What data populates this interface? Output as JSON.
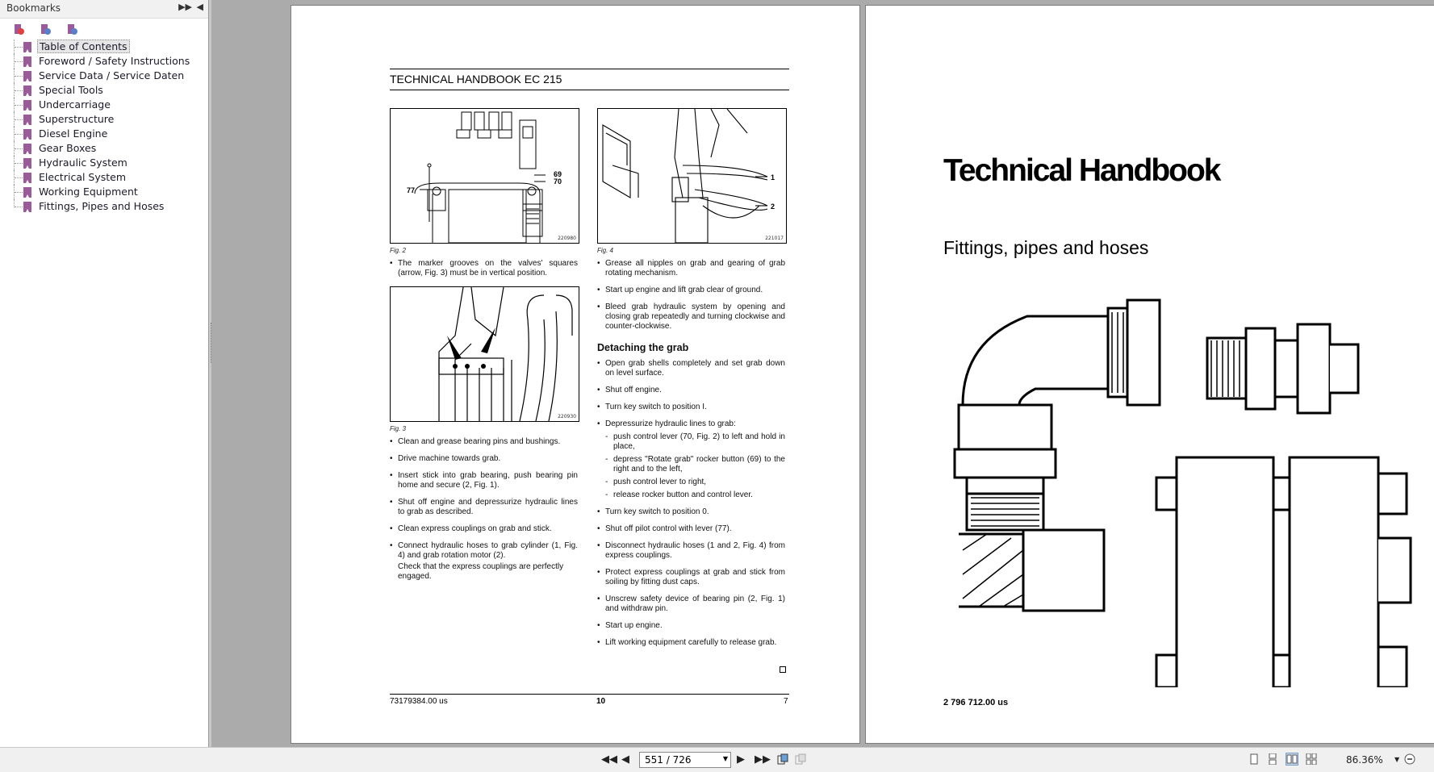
{
  "sidebar": {
    "title": "Bookmarks",
    "expand_icon": "double-chevron-right-icon",
    "collapse_icon": "chevron-left-icon",
    "items": [
      {
        "label": "Table of Contents",
        "selected": true
      },
      {
        "label": "Foreword / Safety Instructions"
      },
      {
        "label": "Service Data / Service Daten"
      },
      {
        "label": "Special Tools"
      },
      {
        "label": "Undercarriage"
      },
      {
        "label": "Superstructure"
      },
      {
        "label": "Diesel Engine"
      },
      {
        "label": "Gear Boxes"
      },
      {
        "label": "Hydraulic System"
      },
      {
        "label": "Electrical System"
      },
      {
        "label": "Working Equipment"
      },
      {
        "label": "Fittings, Pipes and Hoses"
      }
    ]
  },
  "left_page": {
    "header": "TECHNICAL HANDBOOK EC 215",
    "figures": {
      "fig2": {
        "caption": "Fig. 2",
        "code": "220980",
        "labels": [
          "69",
          "70",
          "77"
        ]
      },
      "fig3": {
        "caption": "Fig. 3",
        "code": "220930"
      },
      "fig4": {
        "caption": "Fig. 4",
        "code": "221017",
        "labels": [
          "1",
          "2"
        ]
      }
    },
    "col_left": {
      "intro": "The marker grooves on the valves' squares (arrow, Fig. 3) must be in vertical position.",
      "bullets": [
        "Clean and grease bearing pins and bushings.",
        "Drive machine towards grab.",
        "Insert stick into grab bearing, push bearing pin home and secure (2, Fig. 1).",
        "Shut off engine and depressurize hydraulic lines to grab as described.",
        "Clean express couplings on grab and stick.",
        "Connect hydraulic hoses to grab cylinder (1, Fig. 4) and grab rotation motor (2)."
      ],
      "note": "Check that the express couplings are perfectly engaged."
    },
    "col_right": {
      "bullets_top": [
        "Grease all nipples on grab and gearing of grab rotating mechanism.",
        "Start up engine and lift grab clear of ground.",
        "Bleed grab hydraulic system by opening and closing grab repeatedly and turning clockwise and counter-clockwise."
      ],
      "heading": "Detaching the grab",
      "b1": "Open grab shells completely and set grab down on level surface.",
      "b2": "Shut off engine.",
      "b3": "Turn key switch to position I.",
      "b4": "Depressurize hydraulic lines to grab:",
      "subs": [
        "push control lever (70, Fig. 2) to left and hold in place,",
        "depress \"Rotate grab\" rocker button (69) to the right and to the left,",
        "push control lever to right,",
        "release rocker button and control lever."
      ],
      "b5": "Turn key switch to position 0.",
      "b6": "Shut off pilot control with lever (77).",
      "b7": "Disconnect hydraulic hoses (1 and 2, Fig. 4) from express couplings.",
      "b8": "Protect express couplings at grab and stick from soiling by fitting dust caps.",
      "b9": "Unscrew safety device of bearing pin (2, Fig. 1) and withdraw pin.",
      "b10": "Start up engine.",
      "b11": "Lift working equipment carefully to release grab."
    },
    "footer": {
      "doc": "73179384.00 us",
      "section": "10",
      "page": "7"
    }
  },
  "right_page": {
    "title": "Technical Handbook",
    "subtitle": "Fittings, pipes and hoses",
    "code": "2 796 712.00 us"
  },
  "toolbar": {
    "page_field": "551 / 726",
    "zoom": "86.36%",
    "icons": [
      "first-page-icon",
      "previous-page-icon",
      "next-page-icon",
      "last-page-icon",
      "previous-view-icon",
      "next-view-icon",
      "single-page-view-icon",
      "continuous-view-icon",
      "facing-view-icon",
      "continuous-facing-view-icon",
      "zoom-out-icon"
    ]
  }
}
